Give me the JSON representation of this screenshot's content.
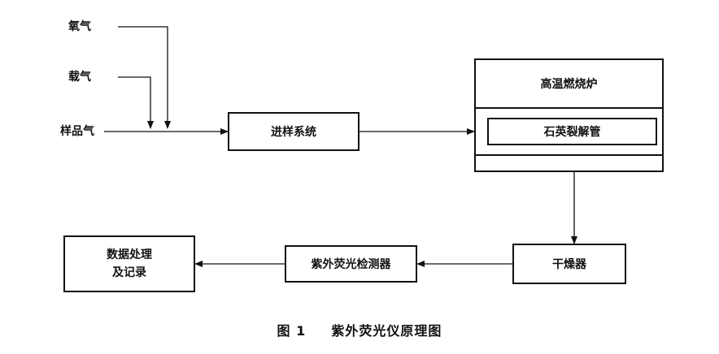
{
  "inputs": {
    "oxygen": "氧气",
    "carrier": "载气",
    "sample": "样品气"
  },
  "boxes": {
    "injection": "进样系统",
    "furnace": "高温燃烧炉",
    "quartz_tube": "石英裂解管",
    "dryer": "干燥器",
    "uv_detector": "紫外荧光检测器",
    "data_line1": "数据处理",
    "data_line2": "及记录"
  },
  "caption": {
    "figure": "图 1",
    "title": "紫外荧光仪原理图"
  }
}
